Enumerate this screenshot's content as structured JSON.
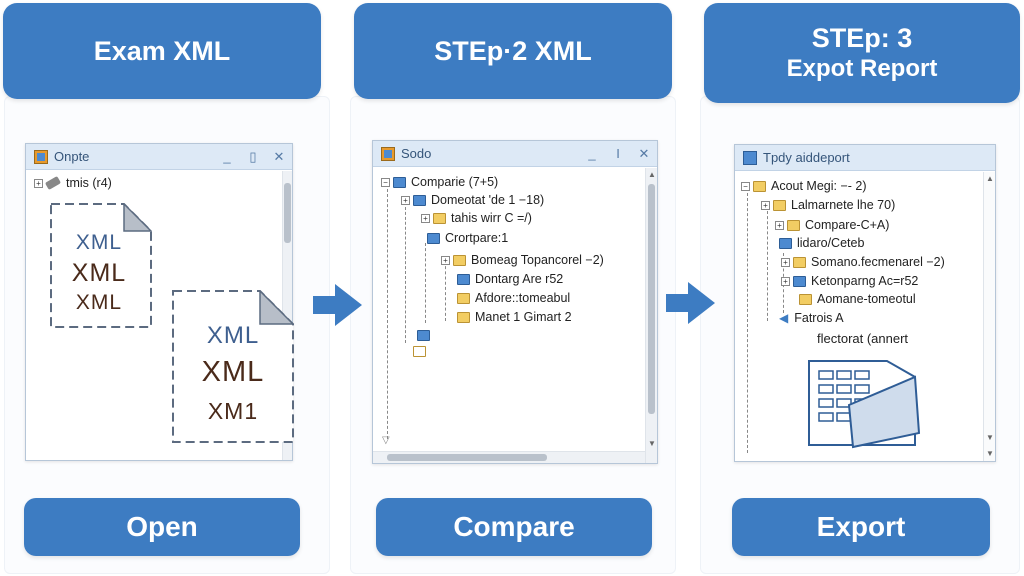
{
  "steps": [
    {
      "header": [
        "Exam XML"
      ],
      "window": {
        "title": "Onpte",
        "controls": [
          "_",
          "▯",
          "✕"
        ],
        "tree": [
          {
            "label": "tmis (r4)"
          }
        ],
        "docs": [
          {
            "lines": [
              "XML",
              "XML",
              "XML"
            ]
          },
          {
            "lines": [
              "XML",
              "XML",
              "XM1"
            ]
          }
        ]
      },
      "button": "Open"
    },
    {
      "header": [
        "STEp·2 XML"
      ],
      "window": {
        "title": "Sodo",
        "controls": [
          "_",
          "I",
          "✕"
        ],
        "tree": [
          {
            "label": "Comparie (7+5)"
          },
          {
            "label": "Domeotat 'de 1 −18)"
          },
          {
            "label": "tahis wirr C =/)"
          },
          {
            "label": "Crortpare:1"
          },
          {
            "label": "Bomeag Topancorel −2)"
          },
          {
            "label": "Dontarg Are r52"
          },
          {
            "label": "Afdore::tomeabul"
          },
          {
            "label": "Manet 1 Gimart 2"
          }
        ]
      },
      "button": "Compare"
    },
    {
      "header": [
        "STEp: 3",
        "Expot Report"
      ],
      "window": {
        "title": "Tpdy aiddeport",
        "controls": [],
        "tree": [
          {
            "label": "Acout Megi: −- 2)"
          },
          {
            "label": "Lalmarnete lhe 70)"
          },
          {
            "label": "Compare-C+A)"
          },
          {
            "label": "lidaro/Ceteb"
          },
          {
            "label": "Somano.fecmenarel −2)"
          },
          {
            "label": "Ketonparng Ac=r52"
          },
          {
            "label": "Aomane-tomeotul"
          },
          {
            "label": "Fatrois A"
          },
          {
            "label": "flectorat (annert"
          }
        ]
      },
      "button": "Export"
    }
  ],
  "colors": {
    "accent": "#3d7cc2",
    "xml_blue": "#3e5f8f",
    "xml_dark": "#4a2a1a",
    "xml_teal": "#1c8a8a"
  }
}
